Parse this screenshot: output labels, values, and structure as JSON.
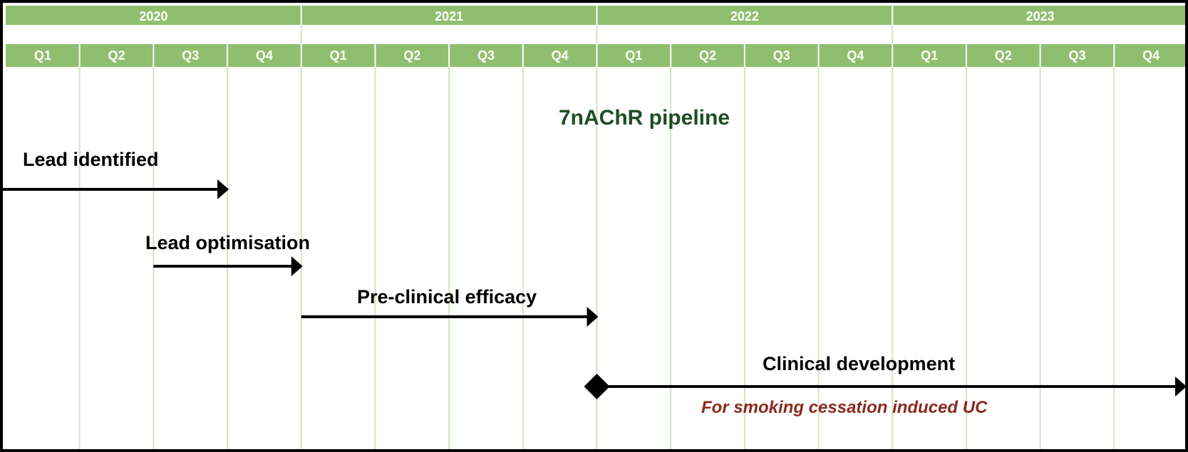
{
  "years": [
    "2020",
    "2021",
    "2022",
    "2023"
  ],
  "quarters": [
    "Q1",
    "Q2",
    "Q3",
    "Q4"
  ],
  "title": "7nAChR pipeline",
  "phases": [
    {
      "label": "Lead identified",
      "start": "2020-Q1",
      "end": "2020-Q3"
    },
    {
      "label": "Lead optimisation",
      "start": "2020-Q3",
      "end": "2020-Q4"
    },
    {
      "label": "Pre-clinical efficacy",
      "start": "2021-Q1",
      "end": "2021-Q4"
    },
    {
      "label": "Clinical development",
      "start": "2022-Q1",
      "end": "2023-Q4",
      "milestone_start": true
    }
  ],
  "note": "For smoking cessation induced UC",
  "colors": {
    "header_green": "#8fbf6e",
    "gridline": "#cfe5c6",
    "title": "#1e4d25",
    "note": "#8b2a1e",
    "arrow": "#000000"
  }
}
